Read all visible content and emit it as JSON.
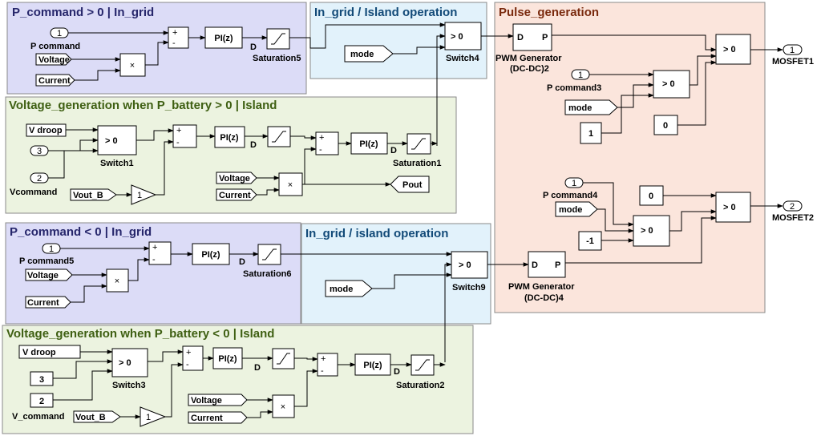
{
  "colors": {
    "purple": "#dcdcf7",
    "green": "#ecf3e0",
    "blue": "#e2f2fb",
    "salmon": "#fbe5dc",
    "title_purple": "#26266b",
    "title_green": "#3e5f12",
    "title_blue": "#124a78",
    "title_salmon": "#7a2a0e"
  },
  "regions": {
    "r1": "P_command > 0 | In_grid",
    "r2": "In_grid / Island operation",
    "r3": "Pulse_generation",
    "r4": "Voltage_generation when P_battery > 0 | Island",
    "r5": "P_command < 0 | In_grid",
    "r6": "In_grid / island operation",
    "r7": "Voltage_generation when P_battery < 0 | Island"
  },
  "blocks": {
    "pi_disc": "PI(z)",
    "pi": "PI(z)",
    "gt0": "> 0",
    "product": "×",
    "gain": "1",
    "D": "D",
    "P": "P",
    "plus": "+",
    "minus": "-"
  },
  "labels": {
    "pcmd": "P command",
    "pcmd3": "P command3",
    "pcmd4": "P command4",
    "pcmd5": "P command5",
    "voltage": "Voltage",
    "current": "Current",
    "mode": "mode",
    "vdroop": "V droop",
    "vcommand": "Vcommand",
    "v_command": "V_command",
    "vout_b": "Vout_B",
    "pout": "Pout",
    "sat1": "Saturation1",
    "sat2": "Saturation2",
    "sat5": "Saturation5",
    "sat6": "Saturation6",
    "sw1": "Switch1",
    "sw3": "Switch3",
    "sw4": "Switch4",
    "sw9": "Switch9",
    "pwm_a": "PWM Generator",
    "dcdc2": "(DC-DC)2",
    "pwm_b": "PWM Generator",
    "dcdc4": "(DC-DC)4",
    "mosfet1": "MOSFET1",
    "mosfet2": "MOSFET2",
    "n1": "1",
    "n2": "2",
    "n3": "3",
    "n0": "0",
    "nneg1": "-1"
  }
}
